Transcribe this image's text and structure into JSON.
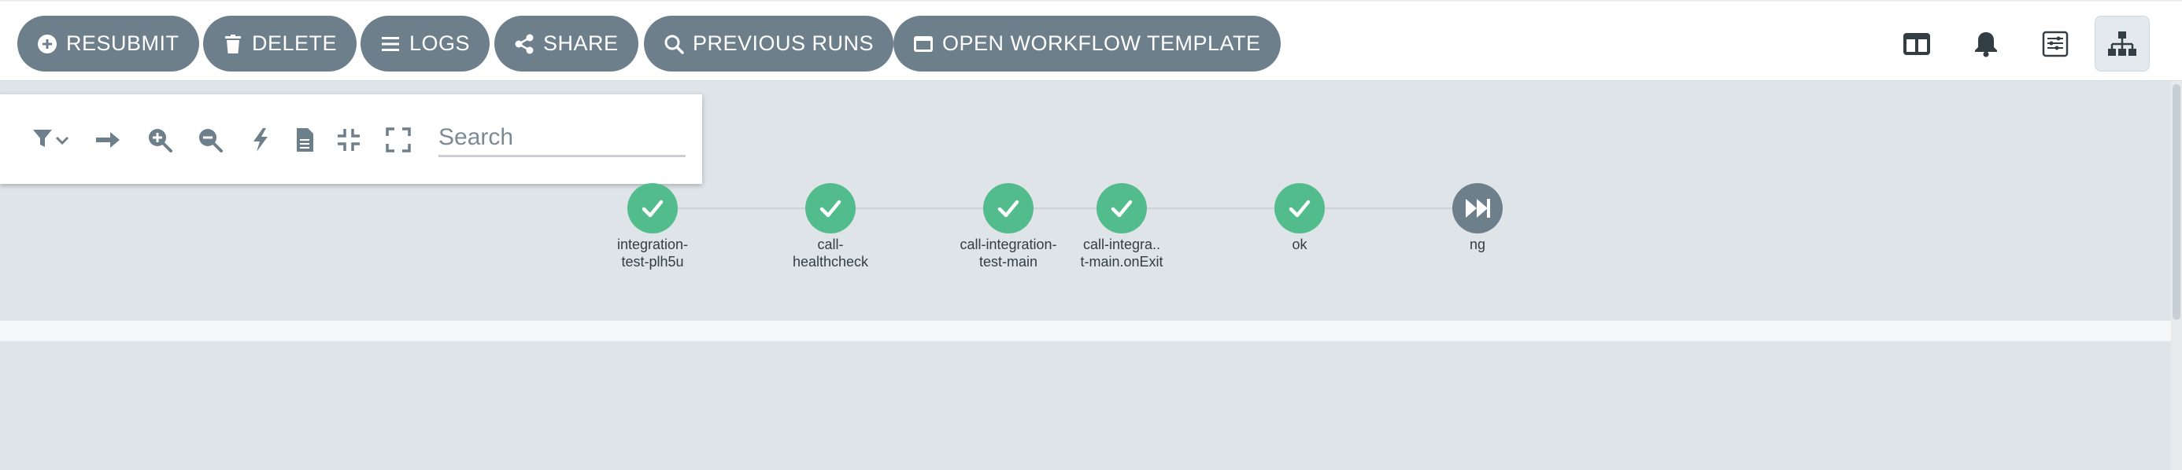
{
  "toolbar": {
    "resubmit_label": "RESUBMIT",
    "delete_label": "DELETE",
    "logs_label": "LOGS",
    "share_label": "SHARE",
    "previous_runs_label": "PREVIOUS RUNS",
    "open_template_label": "OPEN WORKFLOW TEMPLATE"
  },
  "right_tools": [
    "split-panel-icon",
    "bell-icon",
    "summary-icon",
    "graph-icon"
  ],
  "graph_toolbox": {
    "search_placeholder": "Search",
    "icons": [
      "filter-icon",
      "direction-arrow-icon",
      "zoom-in-icon",
      "zoom-out-icon",
      "lightning-icon",
      "document-icon",
      "collapse-icon",
      "expand-icon"
    ]
  },
  "nodes": [
    {
      "label_line1": "integration-",
      "label_line2": "test-plh5u",
      "status": "succeeded"
    },
    {
      "label_line1": "call-",
      "label_line2": "healthcheck",
      "status": "succeeded"
    },
    {
      "label_line1": "call-integration-",
      "label_line2": "test-main",
      "status": "succeeded"
    },
    {
      "label_line1": "call-integra..",
      "label_line2": "t-main.onExit",
      "status": "succeeded"
    },
    {
      "label_line1": "ok",
      "label_line2": "",
      "status": "succeeded"
    },
    {
      "label_line1": "ng",
      "label_line2": "",
      "status": "skipped"
    }
  ],
  "colors": {
    "button_bg": "#6d7f8b",
    "success": "#52bc8c",
    "skipped": "#6d7f8b",
    "panel_bg": "#dee4e8"
  }
}
